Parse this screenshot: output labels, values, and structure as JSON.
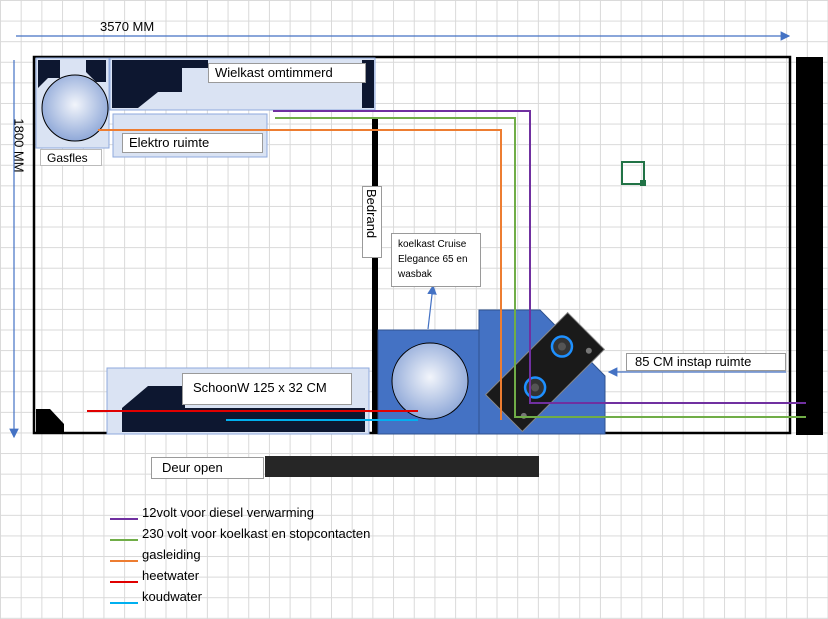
{
  "dimensions": {
    "width_label": "3570 MM",
    "height_label": "1800 MM"
  },
  "labels": {
    "wielkast": "Wielkast omtimmerd",
    "elektro": "Elektro ruimte",
    "gasfles": "Gasfles",
    "bedrand": "Bedrand",
    "koelkast": "koelkast Cruise Elegance 65 en wasbak",
    "instap": "85 CM instap ruimte",
    "schoonw": "SchoonW 125 x 32 CM",
    "deur": "Deur open"
  },
  "legend": [
    {
      "text": "12volt voor diesel verwarming",
      "color": "#7030a0"
    },
    {
      "text": "230 volt voor koelkast en stopcontacten",
      "color": "#70ad47"
    },
    {
      "text": "gasleiding",
      "color": "#ed7d31"
    },
    {
      "text": "heetwater",
      "color": "#e00000"
    },
    {
      "text": "koudwater",
      "color": "#00b0f0"
    }
  ],
  "colors": {
    "cabinet_blue": "#4472c4",
    "panel_light": "#dae3f3",
    "dark_navy": "#0d1730",
    "wall_black": "#000000"
  },
  "icons": [
    "arrow-right-icon",
    "arrow-down-icon",
    "arrow-left-icon",
    "arrow-up-icon",
    "gas-burner-icon",
    "selection-handle-icon"
  ]
}
